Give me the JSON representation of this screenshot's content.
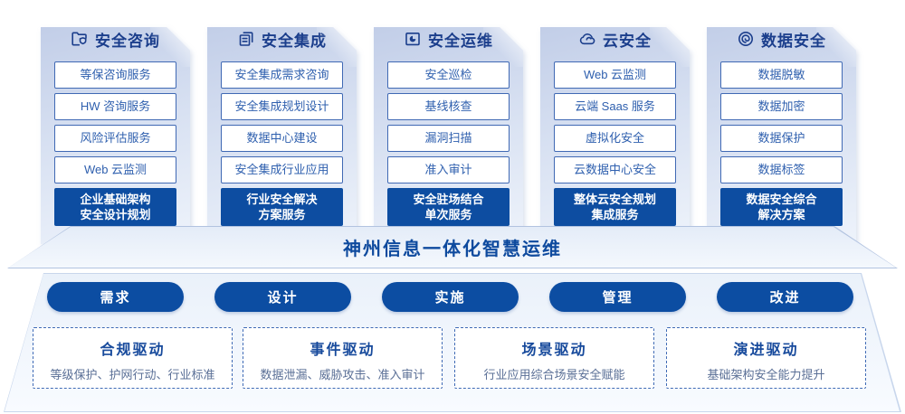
{
  "colors": {
    "deep_blue": "#0d4da1",
    "navy_title": "#1b3e8c",
    "item_text": "#2e5fae",
    "item_border": "#4069b4",
    "driver_desc_text": "#5a6f96"
  },
  "columns": [
    {
      "title": "安全咨询",
      "icon": "folder-shield-icon",
      "items": [
        "等保咨询服务",
        "HW 咨询服务",
        "风险评估服务",
        "Web 云监测"
      ],
      "solution_line1": "企业基础架构",
      "solution_line2": "安全设计规划"
    },
    {
      "title": "安全集成",
      "icon": "copy-documents-icon",
      "items": [
        "安全集成需求咨询",
        "安全集成规划设计",
        "数据中心建设",
        "安全集成行业应用"
      ],
      "solution_line1": "行业安全解决",
      "solution_line2": "方案服务"
    },
    {
      "title": "安全运维",
      "icon": "monitor-clock-icon",
      "items": [
        "安全巡检",
        "基线核查",
        "漏洞扫描",
        "准入审计"
      ],
      "solution_line1": "安全驻场结合",
      "solution_line2": "单次服务"
    },
    {
      "title": "云安全",
      "icon": "cloud-icon",
      "items": [
        "Web 云监测",
        "云端 Saas 服务",
        "虚拟化安全",
        "云数据中心安全"
      ],
      "solution_line1": "整体云安全规划",
      "solution_line2": "集成服务"
    },
    {
      "title": "数据安全",
      "icon": "data-spiral-icon",
      "items": [
        "数据脱敏",
        "数据加密",
        "数据保护",
        "数据标签"
      ],
      "solution_line1": "数据安全综合",
      "solution_line2": "解决方案"
    }
  ],
  "banner": {
    "title": "神州信息一体化智慧运维"
  },
  "process_steps": [
    "需求",
    "设计",
    "实施",
    "管理",
    "改进"
  ],
  "drivers": [
    {
      "title": "合规驱动",
      "desc": "等级保护、护网行动、行业标准"
    },
    {
      "title": "事件驱动",
      "desc": "数据泄漏、威胁攻击、准入审计"
    },
    {
      "title": "场景驱动",
      "desc": "行业应用综合场景安全赋能"
    },
    {
      "title": "演进驱动",
      "desc": "基础架构安全能力提升"
    }
  ]
}
